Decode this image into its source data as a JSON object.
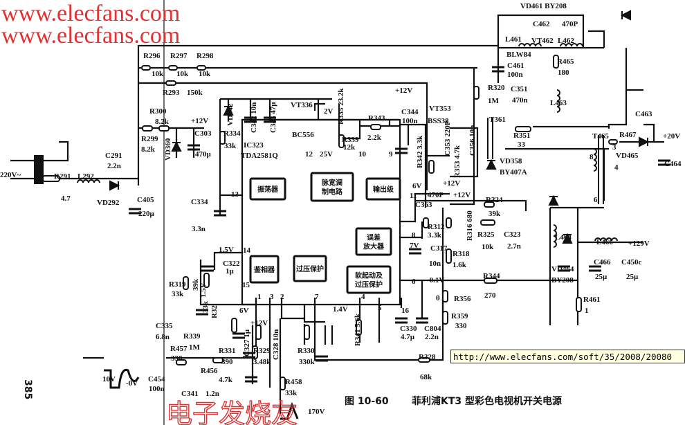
{
  "title": "图 10-60  菲利浦KT3 型彩色电视机开关电源",
  "caption": {
    "figure": "图 10-60",
    "text": "菲利浦KT3 型彩色电视机开关电源"
  },
  "page_number": "385",
  "watermark": {
    "line1": "www.elecfans.com",
    "line2": "www.elecfans.com",
    "brand": "电子发烧友"
  },
  "tooltip_url": "http://www.elecfans.com/soft/35/2008/20080",
  "ic": {
    "ref": "IC323",
    "part": "TDA2581Q"
  },
  "blocks": {
    "oscillator": "振荡器",
    "pwm": [
      "脉宽调",
      "制电路"
    ],
    "output": "输出级",
    "error_amp": [
      "误差",
      "放大器"
    ],
    "phase_detector": "鉴相器",
    "overvoltage": "过压保护",
    "softstart": [
      "软起动及",
      "过压保护"
    ]
  },
  "labels": {
    "ac_in": "220V~",
    "r291": "R291",
    "r291v": "4.7",
    "l292": "L292",
    "c291": "C291",
    "c291v": "2.2n",
    "vd292": "VD292",
    "c405": "C405",
    "c405v": "220μ",
    "r296": "R296",
    "r297": "R297",
    "r298": "R298",
    "r296v": "10k",
    "r297v": "10k",
    "r298v": "10k",
    "r293": "R293",
    "r293v": "150k",
    "r300": "R300",
    "r300v": "8.2k",
    "r299": "R299",
    "r299v": "8.2k",
    "vd360": "VD360",
    "p12a": "+12V",
    "c303": "C303",
    "c303v": "470μ",
    "r334": "R334",
    "r334v": "33k",
    "vd342": "VD342",
    "c342": "C342 10n",
    "c343": "C343 47μ",
    "vt336": "VT336",
    "bc556": "BC556",
    "v2": "2V",
    "r335": "R335 23.2k",
    "pin12": "12",
    "v25": "25V",
    "pin10": "10",
    "pin9": "9",
    "r339": "R339",
    "r339v": "12k",
    "r343": "R343",
    "r343v": "2.2k",
    "p12b": "+12V",
    "c344": "C344",
    "c344v": "100n",
    "r342": "R342 3.3k",
    "vt353": "VT353",
    "bss38": "BSS38",
    "c353": "C353 220P",
    "c356": "C356 10n",
    "r353": "R353 4.7k",
    "c363": "C363",
    "c363v": "470P",
    "v6a": "6V",
    "pin11": "11",
    "p12c": "+12V",
    "p12d": "+12V",
    "vd358": "VD358",
    "by407a": "BY407A",
    "t361": "T361",
    "r351": "R351",
    "r351v": "33",
    "c351": "C351",
    "c351v": "470n",
    "r320": "R320",
    "r320v": "1M",
    "l461": "L461",
    "vt462": "VT462",
    "blw84": "BLW84",
    "l462": "L462",
    "c462": "C462",
    "c462v": "470P",
    "vd461": "VD461 BY208",
    "c461": "C461",
    "c461v": "100n",
    "r465": "R465",
    "r465v": "180",
    "l463": "L463",
    "t465": "T465",
    "r467": "R467",
    "c463": "C463",
    "p20": "+20V",
    "vd465": "VD465",
    "c464": "C464",
    "t3": "3",
    "t4": "4",
    "t8": "8",
    "t6": "6",
    "pin13": "13",
    "c334": "C334",
    "c334v": "3.3n",
    "r324": "R324",
    "r324v": "39k",
    "r312": "R312",
    "r312v": "3.3k",
    "c317": "C317",
    "c317v": "10n",
    "r316": "R316 680",
    "r325": "R325",
    "r325v": "10k",
    "c323": "C323",
    "c323v": "2.7n",
    "r318": "R318",
    "r318v": "1.6k",
    "pin8": "8",
    "v7": "7V",
    "pin6": "6",
    "vm01": "-0.1V",
    "r344": "R344",
    "r344v": "270",
    "r356": "R356",
    "theta": "θ",
    "r359": "R359",
    "r359v": "330",
    "c330": "C330",
    "c330v": "4.7μ",
    "c804": "C804",
    "c804v": "2.2n",
    "l464": "L464",
    "l466": "L466",
    "p129": "+129V",
    "c466": "C466",
    "c450": "C450c",
    "c466v": "25μ",
    "c450v": "25μ",
    "vd464": "VD464",
    "by208": "BY208",
    "r461": "R461",
    "r461v": "1",
    "r328": "R328",
    "r328v": "68k",
    "v15a": "1.5V",
    "pin14": "14",
    "c322": "C322",
    "c322v": "1μ",
    "r319": "R319",
    "r319v": "33k",
    "v39k": "39k",
    "v15b": "1.5V",
    "pin15": "15",
    "r32": "R32",
    "r32v": "33k",
    "pin1": "1",
    "pin3": "3",
    "pin2": "2",
    "pin7": "7",
    "pin4": "4",
    "pin5": "5",
    "pin16": "16",
    "v14": "1.4V",
    "c335": "C335",
    "c335v": "6.8n",
    "r339b": "R339",
    "r339bv": "1M",
    "p12e": "+12V",
    "v6b": "6V",
    "r331": "R331",
    "r331v": "390",
    "c327": "C327 1μ",
    "r329": "R329",
    "r329v": "3.48k",
    "c328": "C328 10n",
    "r341": "R341 5.6k",
    "r330": "R330",
    "r330v": "330k",
    "r457": "R457",
    "r457v": "330",
    "c454": "C454",
    "c454v": "100n",
    "r456": "R456",
    "r456v": "4.7k",
    "c341": "C341",
    "c341v": "1.2n",
    "r458": "R458",
    "r458v": "33k",
    "v10": "10V",
    "v0": "-0V",
    "v170": "170V"
  },
  "colors": {
    "ink": "#111111",
    "watermark": "#e03030",
    "tooltip_bg": "#ffffe1"
  }
}
